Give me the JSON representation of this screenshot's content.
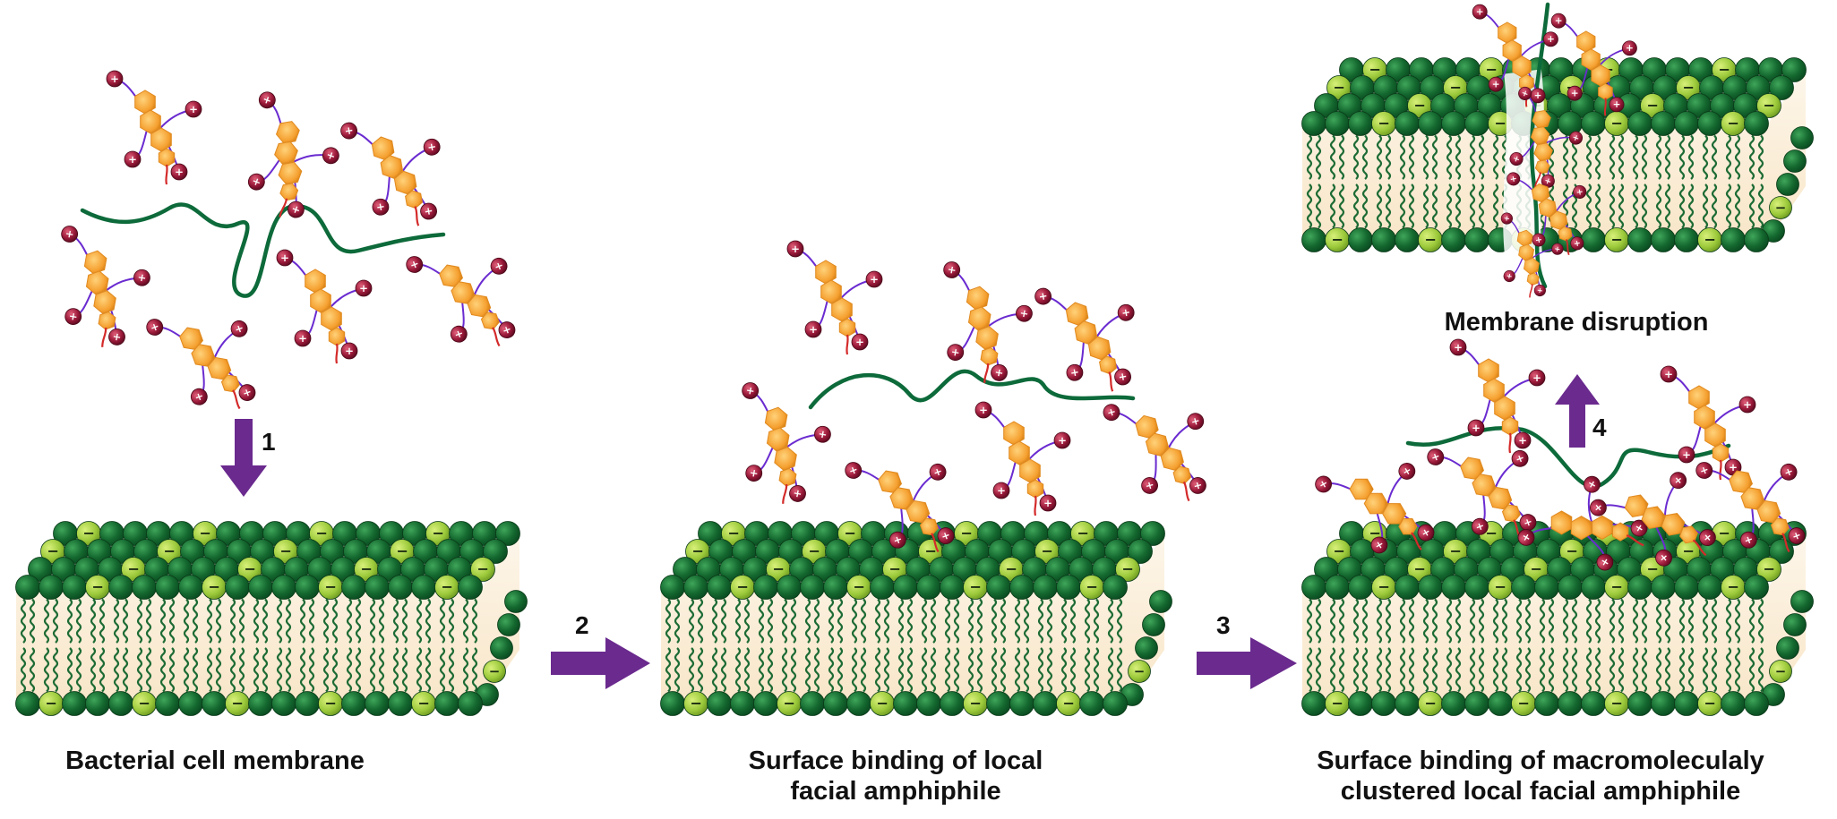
{
  "captions": {
    "panel_a": "Bacterial cell membrane",
    "panel_b_line1": "Surface binding of local",
    "panel_b_line2": "facial amphiphile",
    "panel_c_line1": "Surface binding of macromoleculaly",
    "panel_c_line2": "clustered local facial amphiphile",
    "panel_d": "Membrane disruption"
  },
  "steps": [
    "1",
    "2",
    "3",
    "4"
  ],
  "symbols": {
    "anion": "−",
    "cation": "+"
  },
  "colors": {
    "headgroup_dark": "#0f5a2a",
    "headgroup_mid": "#1f7a3a",
    "headgroup_anionic": "#9bc93a",
    "tail": "#1d6b35",
    "membrane_core": "#fbefdc",
    "polymer_backbone": "#0d6a3a",
    "facial_amphiphile": "#f5a030",
    "linker_red": "#d42a2a",
    "linker_purple": "#6a2bd0",
    "cation": "#9b1a3a",
    "arrow": "#6a2a8e"
  }
}
